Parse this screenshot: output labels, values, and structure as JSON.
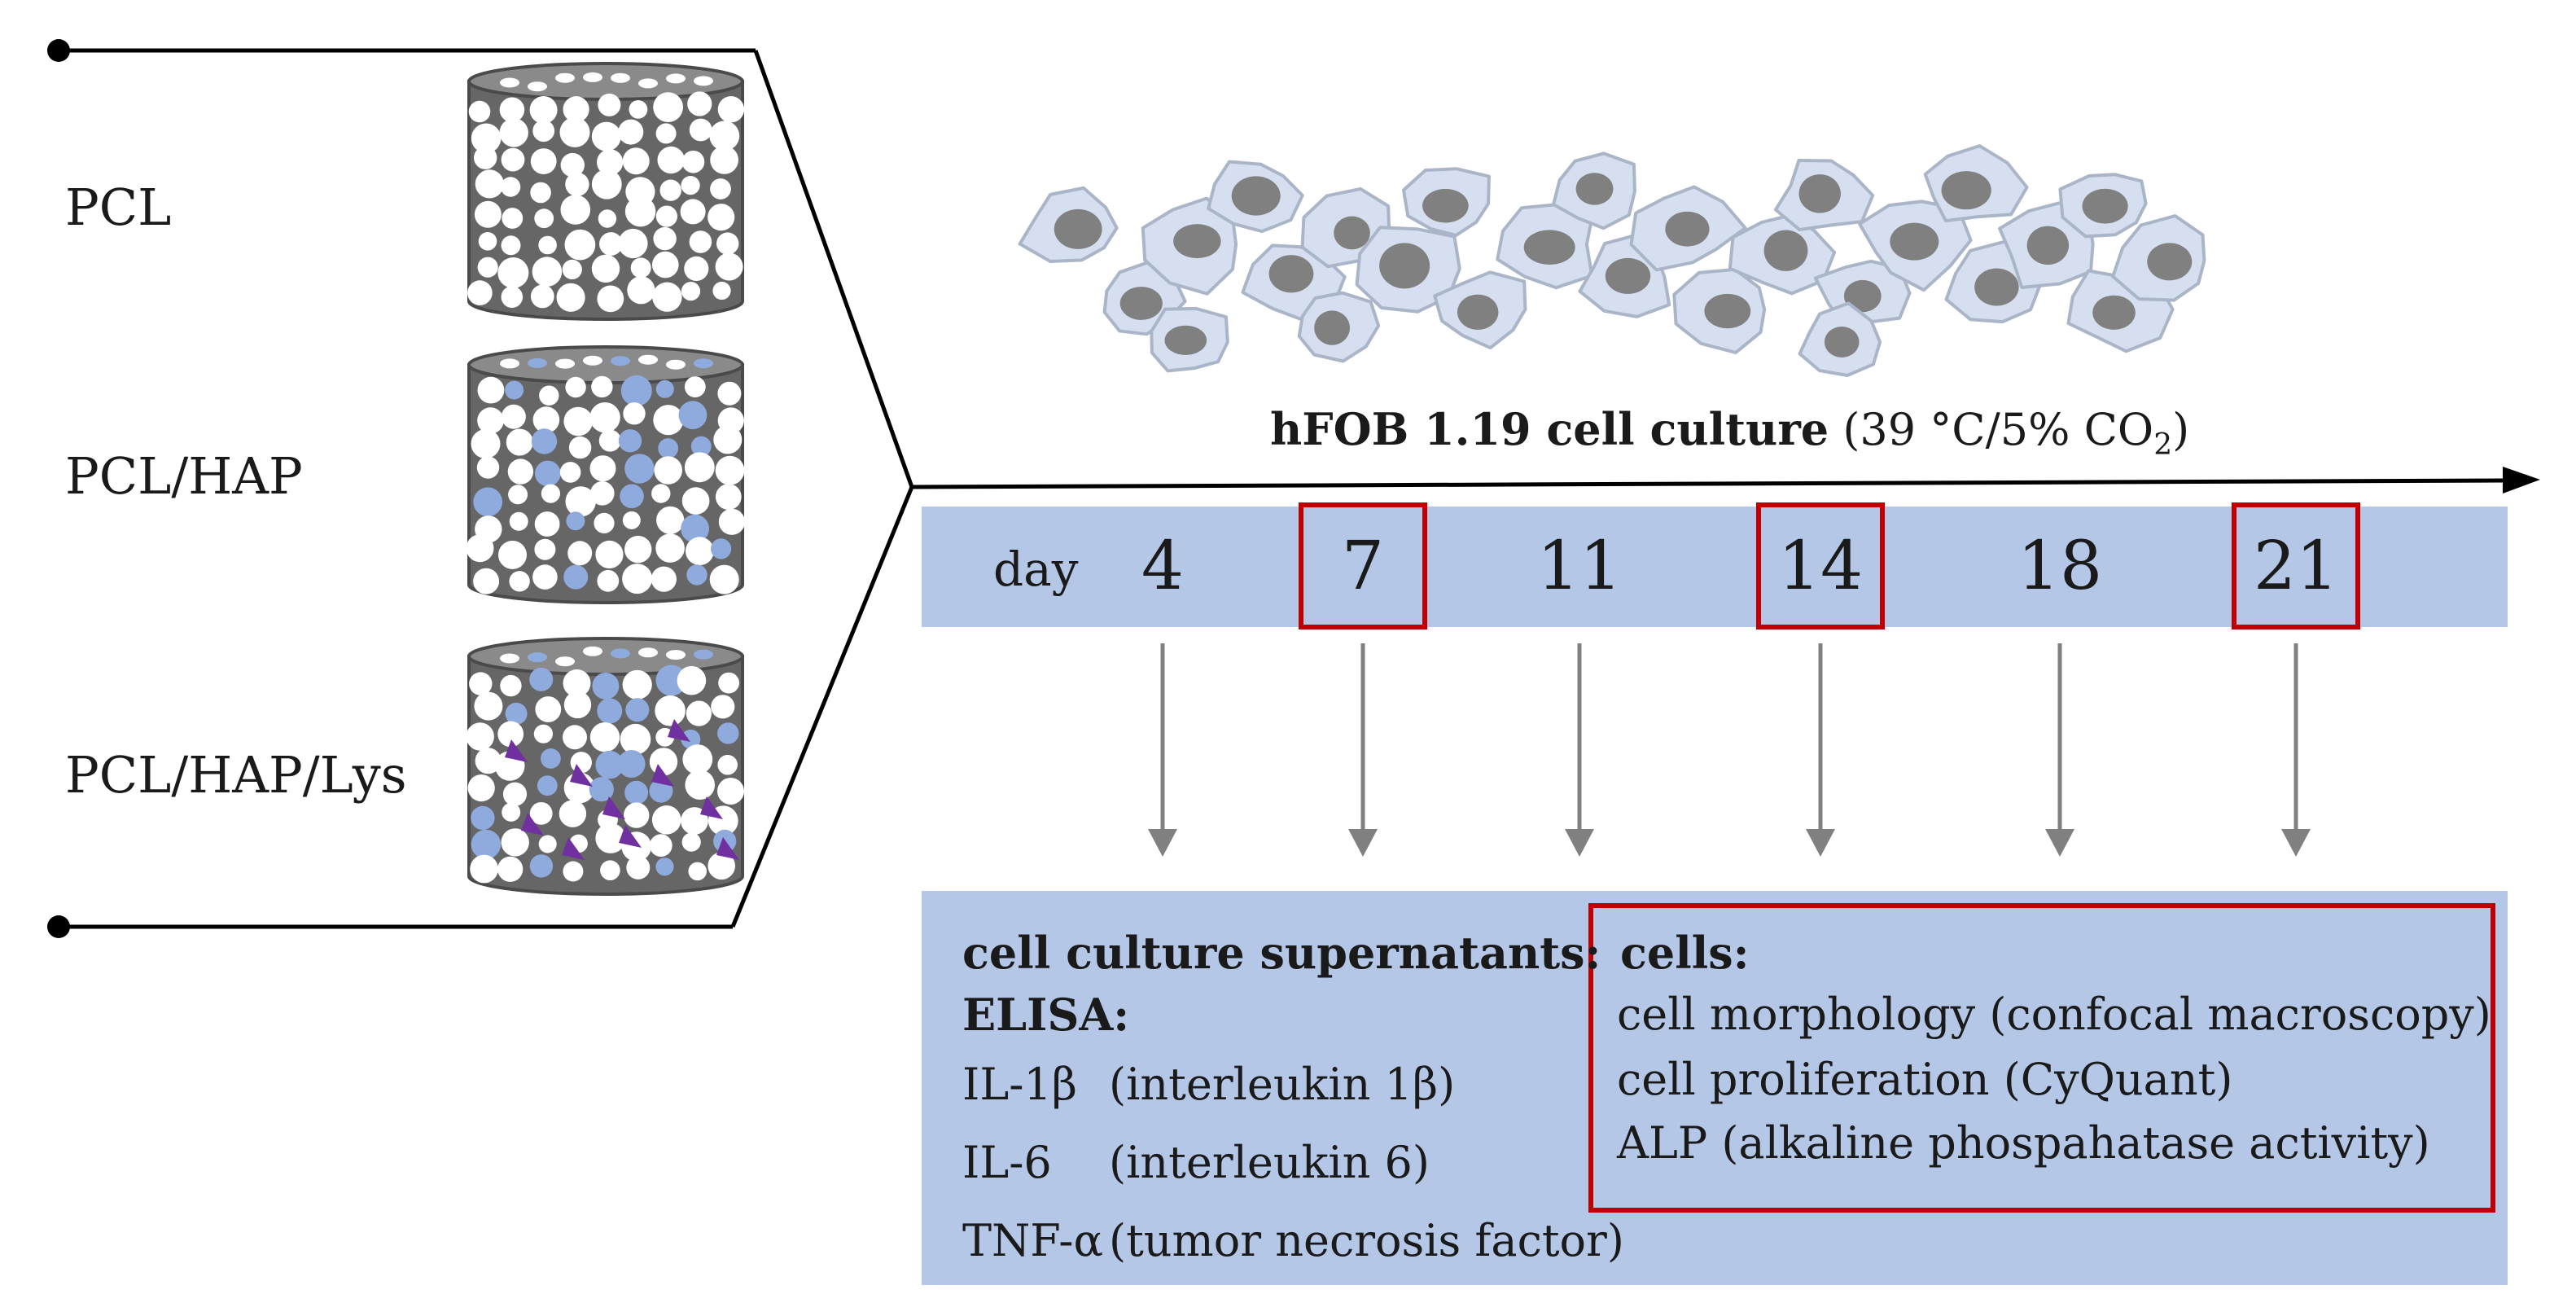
{
  "materials": [
    {
      "label": "PCL",
      "fill": [
        "white"
      ]
    },
    {
      "label": "PCL/HAP",
      "fill": [
        "white",
        "blue"
      ]
    },
    {
      "label": "PCL/HAP/Lys",
      "fill": [
        "white",
        "blue",
        "purple-triangle"
      ]
    }
  ],
  "culture": {
    "name": "hFOB 1.19 cell culture",
    "conditions": "(39 °C/5% CO",
    "subscript": "2",
    "close": ")"
  },
  "timeline": {
    "day_label": "day",
    "days": [
      {
        "value": "4",
        "highlighted": false
      },
      {
        "value": "7",
        "highlighted": true
      },
      {
        "value": "11",
        "highlighted": false
      },
      {
        "value": "14",
        "highlighted": true
      },
      {
        "value": "18",
        "highlighted": false
      },
      {
        "value": "21",
        "highlighted": true
      }
    ]
  },
  "analyses": {
    "supernatants": {
      "title": "cell culture supernatants:",
      "method": "ELISA:",
      "items": [
        {
          "code": "IL-1β",
          "desc": "(interleukin 1β)"
        },
        {
          "code": "IL-6",
          "desc": "(interleukin 6)"
        },
        {
          "code": "TNF-α",
          "desc": "(tumor necrosis factor)"
        }
      ]
    },
    "cells": {
      "title": "cells:",
      "items": [
        "cell morphology (confocal macroscopy)",
        "cell proliferation (CyQuant)",
        "ALP (alkaline phospahatase activity)"
      ]
    }
  },
  "colors": {
    "band": "#b4c7e7",
    "highlight": "#c00000",
    "scaffold": "#666666",
    "pore_white": "#ffffff",
    "pore_blue": "#8faadc",
    "lys_purple": "#7030a0",
    "cell_body": "#d6dfef",
    "cell_edge": "#aab6c8",
    "nucleus": "#808080",
    "arrow": "#808080",
    "line": "#000000"
  }
}
